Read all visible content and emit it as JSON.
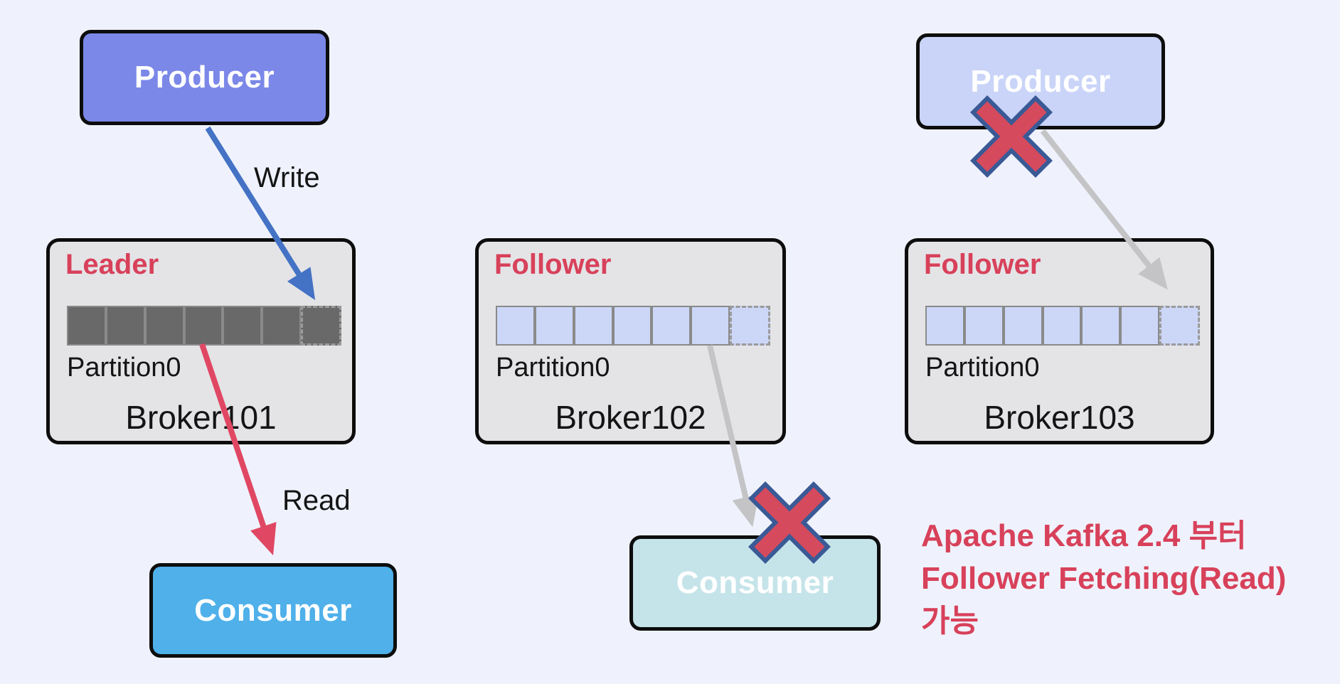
{
  "nodes": {
    "producer_left": {
      "label": "Producer"
    },
    "consumer_left": {
      "label": "Consumer"
    },
    "consumer_middle": {
      "label": "Consumer"
    },
    "producer_right": {
      "label": "Producer"
    }
  },
  "edges": {
    "write_label": "Write",
    "read_label": "Read"
  },
  "brokers": [
    {
      "role": "Leader",
      "partition_label": "Partition0",
      "name": "Broker101",
      "segments": 7,
      "last_segment_dashed": true,
      "segment_fill": "dark"
    },
    {
      "role": "Follower",
      "partition_label": "Partition0",
      "name": "Broker102",
      "segments": 7,
      "last_segment_dashed": true,
      "segment_fill": "light"
    },
    {
      "role": "Follower",
      "partition_label": "Partition0",
      "name": "Broker103",
      "segments": 7,
      "last_segment_dashed": true,
      "segment_fill": "light"
    }
  ],
  "note": {
    "lines": [
      "Apache Kafka 2.4 부터",
      "Follower Fetching(Read)",
      "가능"
    ]
  },
  "colors": {
    "bg": "#eff2fc",
    "box-border": "#0d0d0d",
    "producer-left-fill": "#7b88e8",
    "producer-right-fill": "#c9d4f8",
    "consumer-left-fill": "#4fb0ea",
    "consumer-middle-fill": "#c5e4ea",
    "broker-fill": "#e4e4e7",
    "leader-cell": "#696969",
    "follower-cell": "#ccd7f8",
    "cell-border": "#8a8a8a",
    "cell-dash": "#9a9a9a",
    "crimson": "#d8415a",
    "arrow-blue": "#4472c4",
    "arrow-red": "#e04763",
    "arrow-gray": "#c4c4c6",
    "x-fill": "#d64a5e",
    "x-stroke": "#3a5a96",
    "text-black": "#141414"
  }
}
